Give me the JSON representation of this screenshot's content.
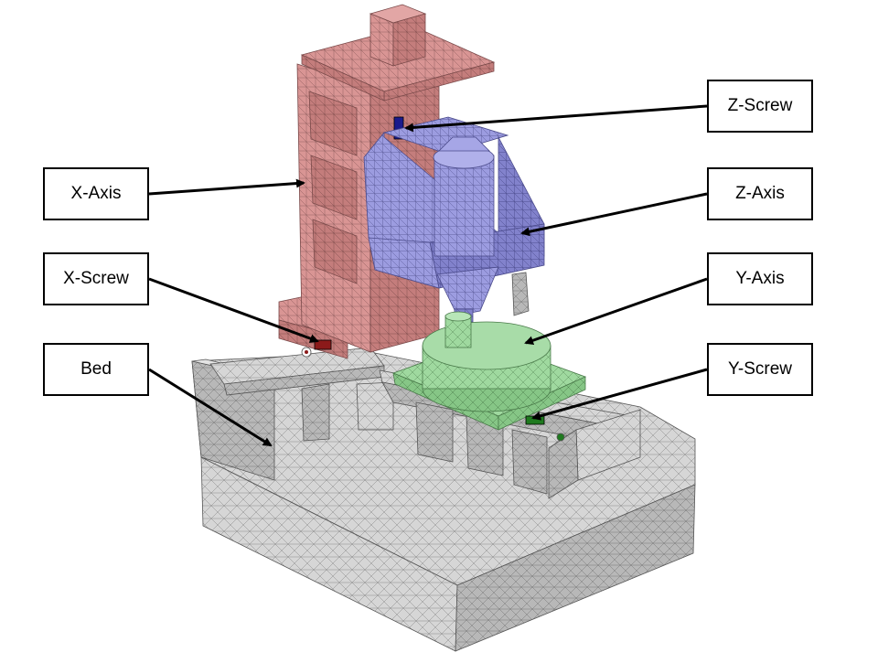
{
  "labels": {
    "x_axis": "X-Axis",
    "x_screw": "X-Screw",
    "bed": "Bed",
    "z_screw": "Z-Screw",
    "z_axis": "Z-Axis",
    "y_axis": "Y-Axis",
    "y_screw": "Y-Screw"
  },
  "colors": {
    "bed": "#d9d9d9",
    "x_axis": "#d99594",
    "z_axis": "#9c9ce0",
    "y_axis": "#9fd99f",
    "z_screw": "#1a1a8c",
    "x_screw": "#8b1a1a",
    "y_screw": "#1f7a1f",
    "mesh": "#4d4d4d",
    "arrow": "#000000"
  }
}
